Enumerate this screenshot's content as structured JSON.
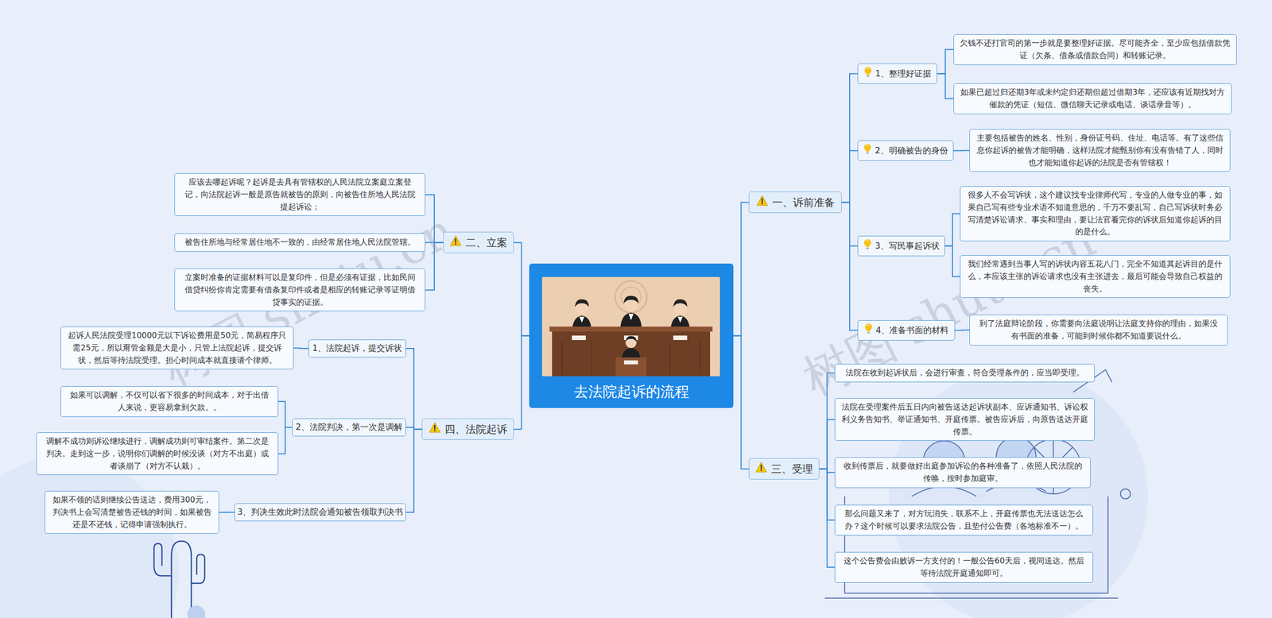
{
  "diagram": {
    "nodes": [
      {
        "text": [
          "去法院起诉的流程"
        ]
      },
      {
        "text": [
          "一、诉前准备"
        ]
      },
      {
        "text": [
          "1、整理好证据"
        ]
      },
      {
        "text": [
          "欠钱不还打官司的第一步就是要整理好证据。尽可能齐全，至少应包括借款凭证（欠条、借条或借款合同）和转账记录。"
        ]
      },
      {
        "text": [
          "如果已超过归还期3年或未约定归还期但超过借期3年，还应该有近期找对方催款的凭证（短信、微信聊天记录或电话、谈话录音等）。"
        ]
      },
      {
        "text": [
          "2、明确被告的身份"
        ]
      },
      {
        "text": [
          "主要包括被告的姓名、性别，身份证号码、住址、电话等。有了这些信息你起诉的被告才能明确，这样法院才能甄别你有没有告错了人，同时也才能知道你起诉的法院是否有管辖权！"
        ]
      },
      {
        "text": [
          "3、写民事起诉状"
        ]
      },
      {
        "text": [
          "很多人不会写诉状，这个建议找专业律师代写，专业的人做专业的事，如果自己写有些专业术语不知道意思的，千万不要乱写，自己写诉状时务必写清楚诉讼请求、事实和理由，要让法官看完你的诉状后知道你起诉的目的是什么。"
        ]
      },
      {
        "text": [
          "我们经常遇到当事人写的诉状内容五花八门，完全不知道其起诉目的是什么，本应该主张的诉讼请求也没有主张进去，最后可能会导致自己权益的丧失。"
        ]
      },
      {
        "text": [
          "4、准备书面的材料"
        ]
      },
      {
        "text": [
          "到了法庭辩论阶段，你需要向法庭说明让法庭支持你的理由，如果没有书面的准备，可能到时候你都不知道要说什么。"
        ]
      },
      {
        "text": [
          "二、立案"
        ]
      },
      {
        "text": [
          "应该去哪起诉呢？起诉是去具有管辖权的人民法院立案庭立案登记，向法院起诉一般是原告就被告的原则，向被告住所地人民法院提起诉讼；"
        ]
      },
      {
        "text": [
          "被告住所地与经常居住地不一致的，由经常居住地人民法院管辖。"
        ]
      },
      {
        "text": [
          "立案时准备的证据材料可以是复印件，但是必须有证据，比如民间借贷纠纷你肯定需要有借条复印件或者是相应的转账记录等证明借贷事实的证据。"
        ]
      },
      {
        "text": [
          "三、受理"
        ]
      },
      {
        "text": [
          "法院在收到起诉状后，会进行审查，符合受理条件的，应当即受理。"
        ]
      },
      {
        "text": [
          "法院在受理案件后五日内向被告送达起诉状副本、应诉通知书、诉讼权利义务告知书、举证通知书、开庭传票。被告应诉后，向原告送达开庭传票。"
        ]
      },
      {
        "text": [
          "收到传票后，就要做好出庭参加诉讼的各种准备了，依照人民法院的传唤，按时参加庭审。"
        ]
      },
      {
        "text": [
          "那么问题又来了，对方玩消失，联系不上，开庭传票也无法送达怎么办？这个时候可以要求法院公告，且垫付公告费（各地标准不一）。"
        ]
      },
      {
        "text": [
          "这个公告费会由败诉一方支付的！一般公告60天后，视同送达。然后等待法院开庭通知即可。"
        ]
      },
      {
        "text": [
          "四、法院起诉"
        ]
      },
      {
        "text": [
          "1、法院起诉，提交诉状"
        ]
      },
      {
        "text": [
          "起诉人民法院受理10000元以下诉讼费用是50元，简易程序只需25元，所以甭管金额是大是小，只管上法院起诉，提交诉状，然后等待法院受理。担心时间成本就直接请个律师。"
        ]
      },
      {
        "text": [
          "2、法院判决，第一次是调解"
        ]
      },
      {
        "text": [
          "如果可以调解，不仅可以省下很多的时间成本，对于出借人来说，更容易拿到欠款。。"
        ]
      },
      {
        "text": [
          "调解不成功则诉讼继续进行，调解成功则可审结案件。第二次是判决。走到这一步，说明你们调解的时候没谈（对方不出庭）或者谈崩了（对方不认栽）。"
        ]
      },
      {
        "text": [
          "3、判决生效此时法院会通知被告领取判决书"
        ]
      },
      {
        "text": [
          "如果不领的话则继续公告送达，费用300元，判决书上会写清楚被告还钱的时间，如果被告还是不还钱，记得申请强制执行。"
        ]
      }
    ],
    "edges": [
      {
        "from": 0,
        "to": 1,
        "arrow": "none"
      },
      {
        "from": 0,
        "to": 12,
        "arrow": "none"
      },
      {
        "from": 0,
        "to": 16,
        "arrow": "none"
      },
      {
        "from": 0,
        "to": 22,
        "arrow": "none"
      },
      {
        "from": 1,
        "to": 2,
        "arrow": "none"
      },
      {
        "from": 1,
        "to": 5,
        "arrow": "none"
      },
      {
        "from": 1,
        "to": 7,
        "arrow": "none"
      },
      {
        "from": 1,
        "to": 10,
        "arrow": "none"
      },
      {
        "from": 2,
        "to": 3,
        "arrow": "none"
      },
      {
        "from": 2,
        "to": 4,
        "arrow": "none"
      },
      {
        "from": 5,
        "to": 6,
        "arrow": "none"
      },
      {
        "from": 7,
        "to": 8,
        "arrow": "none"
      },
      {
        "from": 7,
        "to": 9,
        "arrow": "none"
      },
      {
        "from": 10,
        "to": 11,
        "arrow": "none"
      },
      {
        "from": 12,
        "to": 13,
        "arrow": "none"
      },
      {
        "from": 12,
        "to": 14,
        "arrow": "none"
      },
      {
        "from": 12,
        "to": 15,
        "arrow": "none"
      },
      {
        "from": 16,
        "to": 17,
        "arrow": "none"
      },
      {
        "from": 16,
        "to": 18,
        "arrow": "none"
      },
      {
        "from": 16,
        "to": 19,
        "arrow": "none"
      },
      {
        "from": 16,
        "to": 20,
        "arrow": "none"
      },
      {
        "from": 16,
        "to": 21,
        "arrow": "none"
      },
      {
        "from": 22,
        "to": 23,
        "arrow": "none"
      },
      {
        "from": 22,
        "to": 25,
        "arrow": "none"
      },
      {
        "from": 22,
        "to": 28,
        "arrow": "none"
      },
      {
        "from": 23,
        "to": 24,
        "arrow": "none"
      },
      {
        "from": 25,
        "to": 26,
        "arrow": "none"
      },
      {
        "from": 25,
        "to": 27,
        "arrow": "none"
      },
      {
        "from": 28,
        "to": 29,
        "arrow": "none"
      }
    ],
    "labels": [
      "树图 shutu.cn",
      "树图 shutu.cn"
    ]
  }
}
